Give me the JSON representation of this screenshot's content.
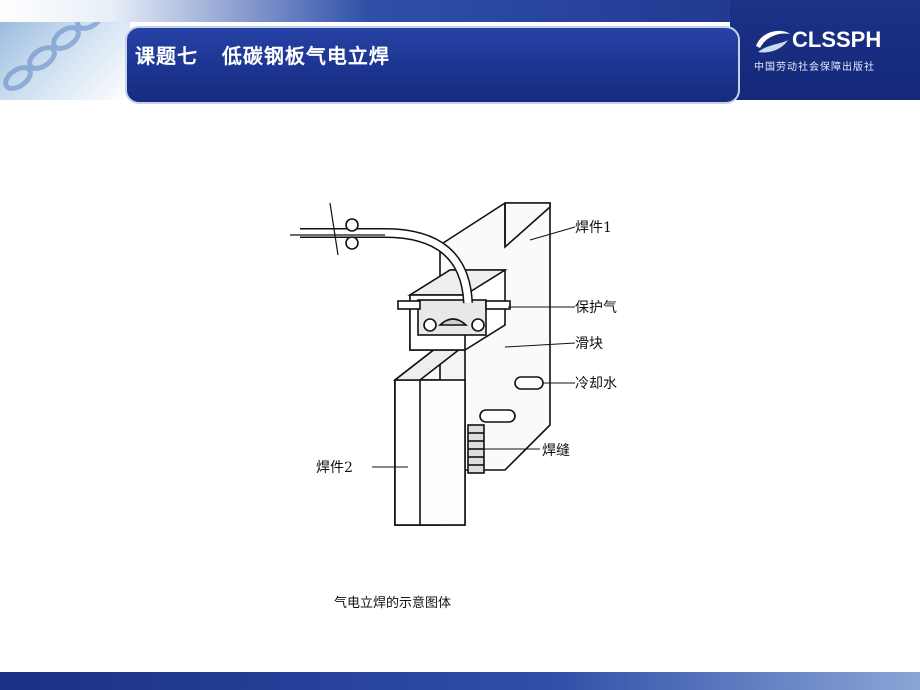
{
  "slide": {
    "title": "课题七   低碳钢板气电立焊"
  },
  "logo": {
    "name": "CLSSPH",
    "subtitle": "中国劳动社会保障出版社"
  },
  "diagram": {
    "labels": {
      "workpiece1": "焊件1",
      "shield_gas": "保护气",
      "slider": "滑块",
      "cooling_water": "冷却水",
      "weld_seam": "焊缝",
      "workpiece2": "焊件2"
    },
    "caption": "气电立焊的示意图体"
  },
  "colors": {
    "title_bar": "#1c3590",
    "accent_light": "#c6d2ec",
    "text": "#111111"
  }
}
